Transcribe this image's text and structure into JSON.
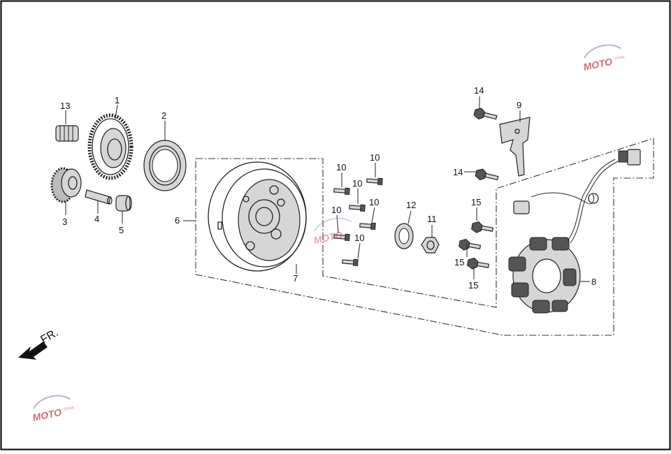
{
  "diagram": {
    "direction_label": "FR.",
    "watermark_text": "MOTO",
    "watermark_subtext": "china",
    "callouts": [
      {
        "id": "c1",
        "label": "1"
      },
      {
        "id": "c2",
        "label": "2"
      },
      {
        "id": "c3",
        "label": "3"
      },
      {
        "id": "c4",
        "label": "4"
      },
      {
        "id": "c5",
        "label": "5"
      },
      {
        "id": "c6",
        "label": "6"
      },
      {
        "id": "c7",
        "label": "7"
      },
      {
        "id": "c8",
        "label": "8"
      },
      {
        "id": "c9",
        "label": "9"
      },
      {
        "id": "c10a",
        "label": "10"
      },
      {
        "id": "c10b",
        "label": "10"
      },
      {
        "id": "c10c",
        "label": "10"
      },
      {
        "id": "c10d",
        "label": "10"
      },
      {
        "id": "c10e",
        "label": "10"
      },
      {
        "id": "c10f",
        "label": "10"
      },
      {
        "id": "c11",
        "label": "11"
      },
      {
        "id": "c12",
        "label": "12"
      },
      {
        "id": "c13",
        "label": "13"
      },
      {
        "id": "c14a",
        "label": "14"
      },
      {
        "id": "c14b",
        "label": "14"
      },
      {
        "id": "c15a",
        "label": "15"
      },
      {
        "id": "c15b",
        "label": "15"
      },
      {
        "id": "c15c",
        "label": "15"
      }
    ],
    "colors": {
      "line": "#222222",
      "watermark": "#c43c4a",
      "frame": "#000000"
    }
  }
}
